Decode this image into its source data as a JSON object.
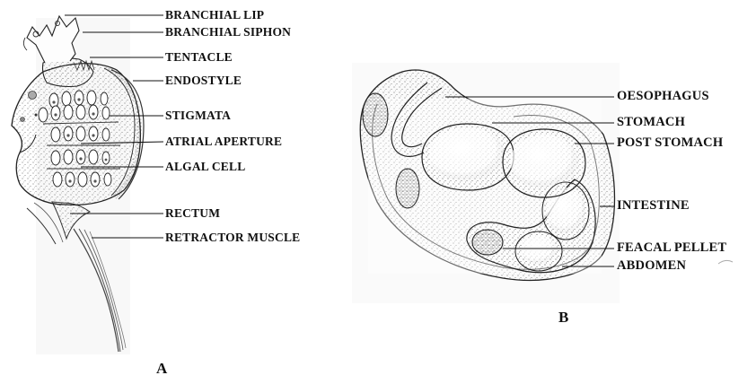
{
  "panel_a": {
    "letter": "A",
    "labels": {
      "branchial_lip": "BRANCHIAL LIP",
      "branchial_siphon": "BRANCHIAL SIPHON",
      "tentacle": "TENTACLE",
      "endostyle": "ENDOSTYLE",
      "stigmata": "STIGMATA",
      "atrial_aperture": "ATRIAL APERTURE",
      "algal_cell": "ALGAL CELL",
      "rectum": "RECTUM",
      "retractor_muscle": "RETRACTOR MUSCLE"
    }
  },
  "panel_b": {
    "letter": "B",
    "labels": {
      "oesophagus": "OESOPHAGUS",
      "stomach": "STOMACH",
      "post_stomach": "POST STOMACH",
      "intestine": "INTESTINE",
      "feacal_pellet": "FEACAL PELLET",
      "abdomen": "ABDOMEN"
    }
  }
}
